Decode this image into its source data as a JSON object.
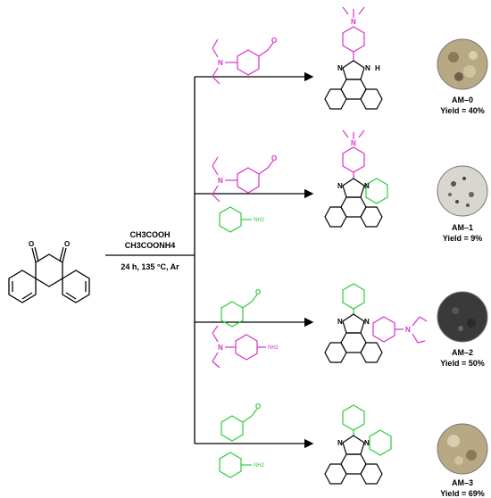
{
  "reagents": {
    "acid": "CH3COOH",
    "salt": "CH3COONH4",
    "conditions": "24 h, 135 °C, Ar"
  },
  "atoms": {
    "oxygen": "O",
    "nitrogen": "N",
    "hydrogen": "H",
    "amine": "NH2"
  },
  "products": [
    {
      "name": "AM–0",
      "yield": "Yield = 40%"
    },
    {
      "name": "AM–1",
      "yield": "Yield = 9%"
    },
    {
      "name": "AM–2",
      "yield": "Yield = 50%"
    },
    {
      "name": "AM–3",
      "yield": "Yield = 69%"
    }
  ],
  "colors": {
    "magenta": "#d633c9",
    "green": "#2ecc40",
    "black": "#000000",
    "photo_dark": "#3a3a3a",
    "photo_tan": "#b8a884",
    "photo_light": "#d9d6d0"
  }
}
